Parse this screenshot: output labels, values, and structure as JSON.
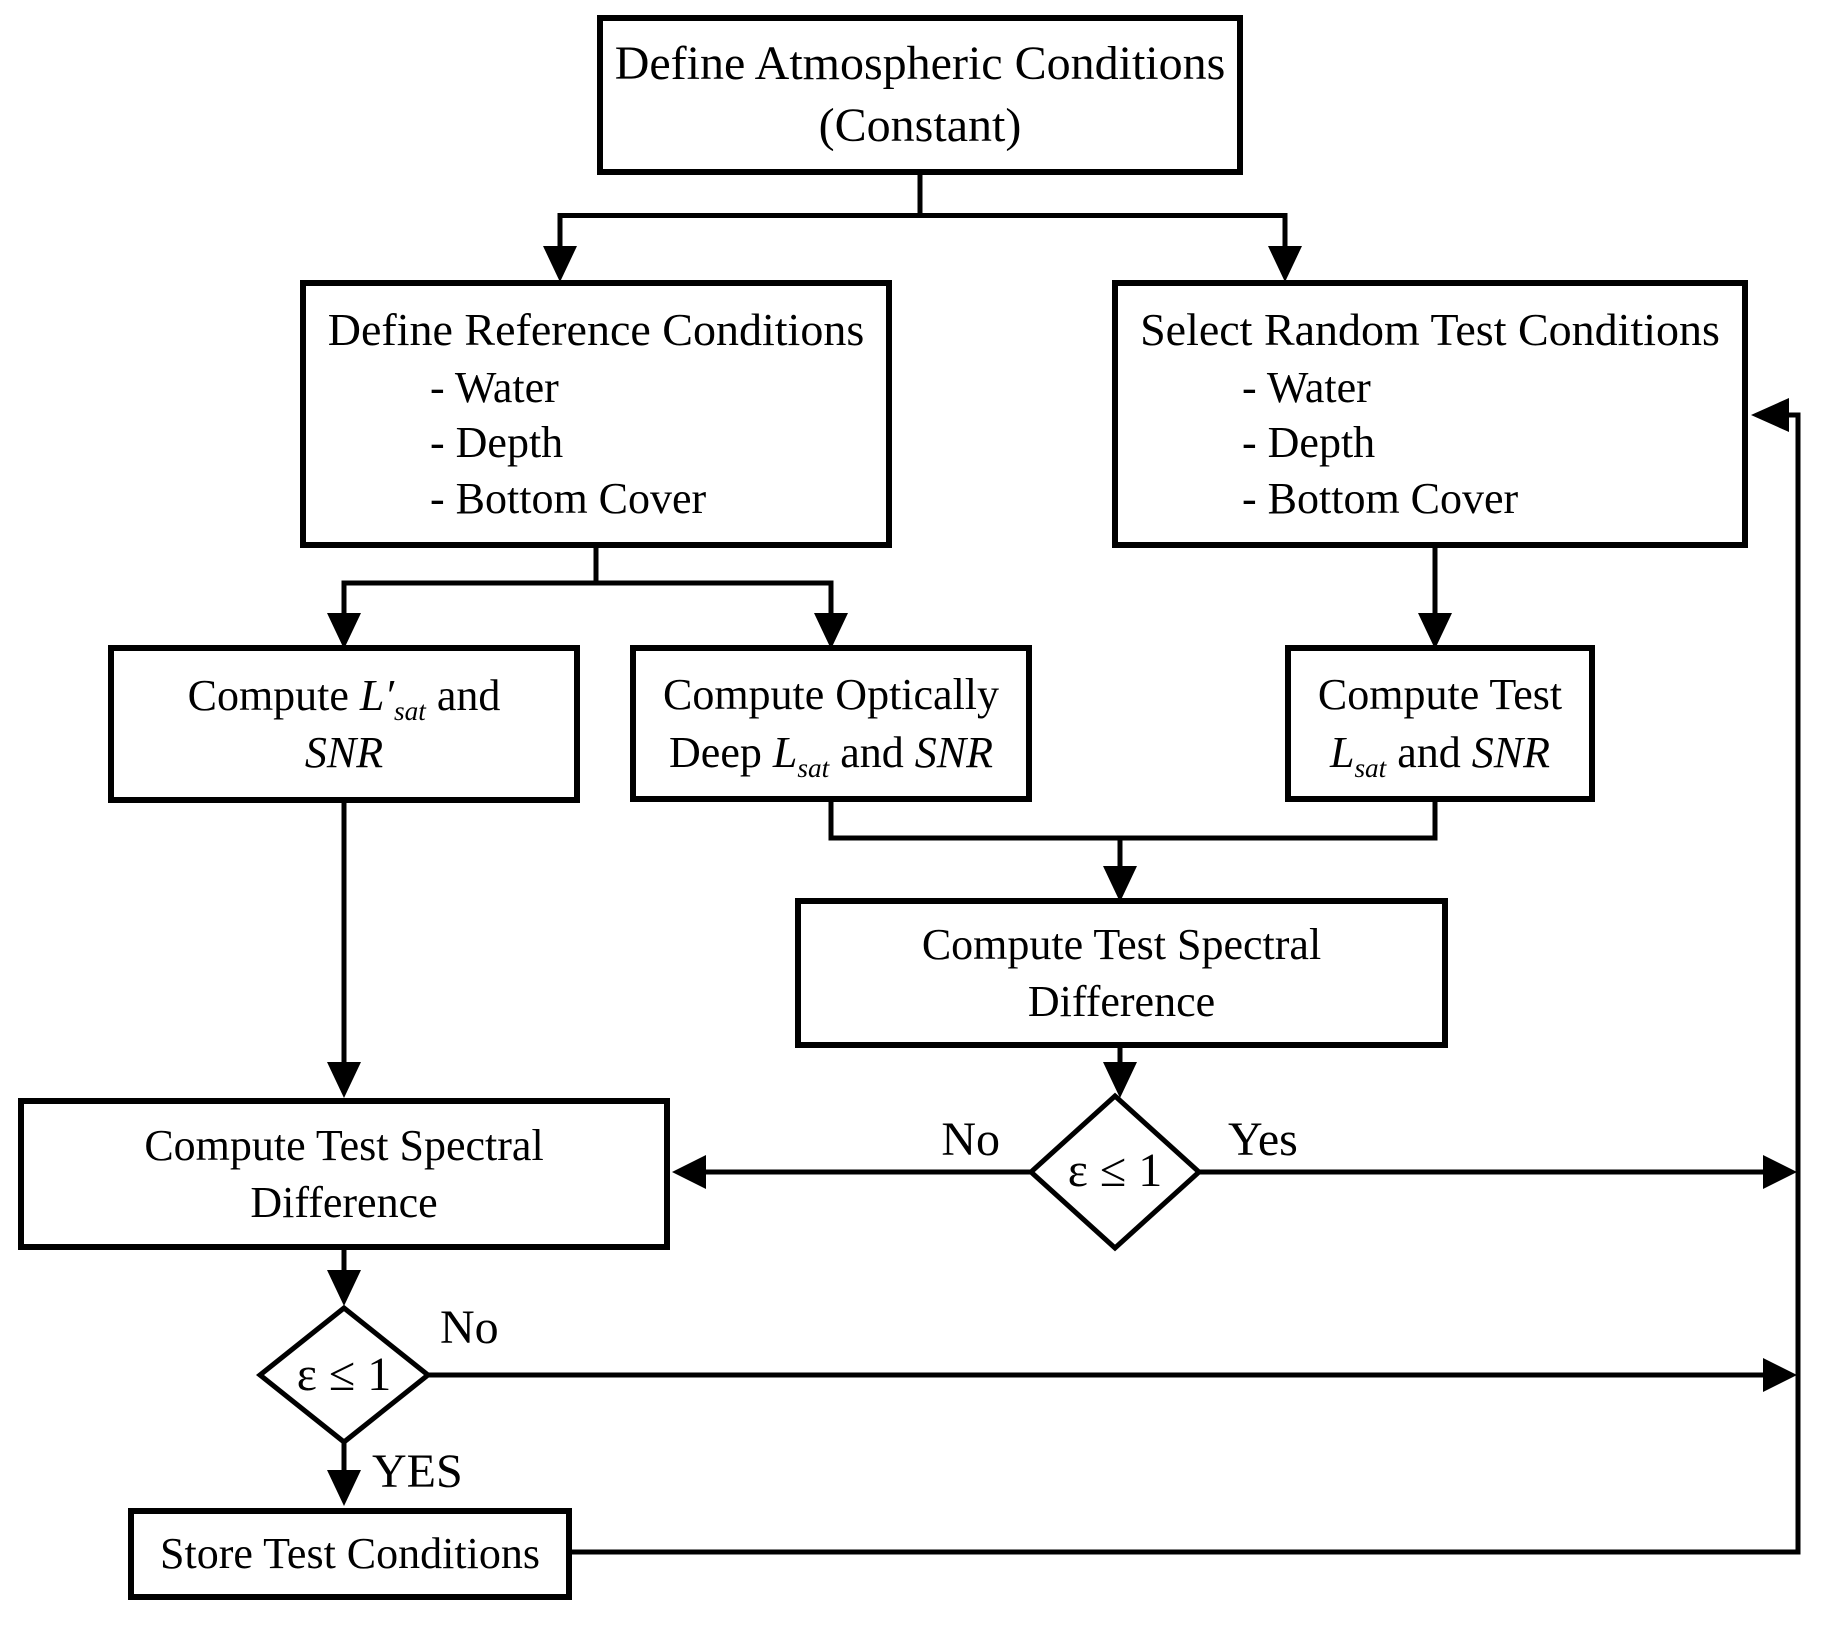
{
  "nodes": {
    "atmospheric": {
      "line1": "Define Atmospheric Conditions",
      "line2": "(Constant)"
    },
    "reference": {
      "title": "Define Reference Conditions",
      "items": [
        "- Water",
        "- Depth",
        "- Bottom Cover"
      ]
    },
    "random_test": {
      "title": "Select Random Test Conditions",
      "items": [
        "- Water",
        "- Depth",
        "- Bottom Cover"
      ]
    },
    "compute_lsat_prime": {
      "text_pre": "Compute ",
      "var1": "L′",
      "sub1": "sat",
      "text_mid": " and",
      "var2": "SNR"
    },
    "compute_deep": {
      "line1": "Compute Optically",
      "line2_pre": "Deep ",
      "var1": "L",
      "sub1": "sat",
      "text_mid": " and ",
      "var2": "SNR"
    },
    "compute_test": {
      "line1": "Compute Test",
      "var1": "L",
      "sub1": "sat",
      "text_mid": " and ",
      "var2": "SNR"
    },
    "mid_diff": {
      "line1": "Compute Test Spectral",
      "line2": "Difference"
    },
    "left_diff": {
      "line1": "Compute Test Spectral",
      "line2": "Difference"
    },
    "decision1": {
      "condition": "ε ≤ 1",
      "no_label": "No",
      "yes_label": "Yes"
    },
    "decision2": {
      "condition": "ε ≤ 1",
      "no_label": "No",
      "yes_label": "YES"
    },
    "store": {
      "label": "Store Test Conditions"
    }
  },
  "colors": {
    "line": "#000000",
    "box_fill": "#ffffff",
    "background": "#ffffff",
    "text": "#000000"
  }
}
